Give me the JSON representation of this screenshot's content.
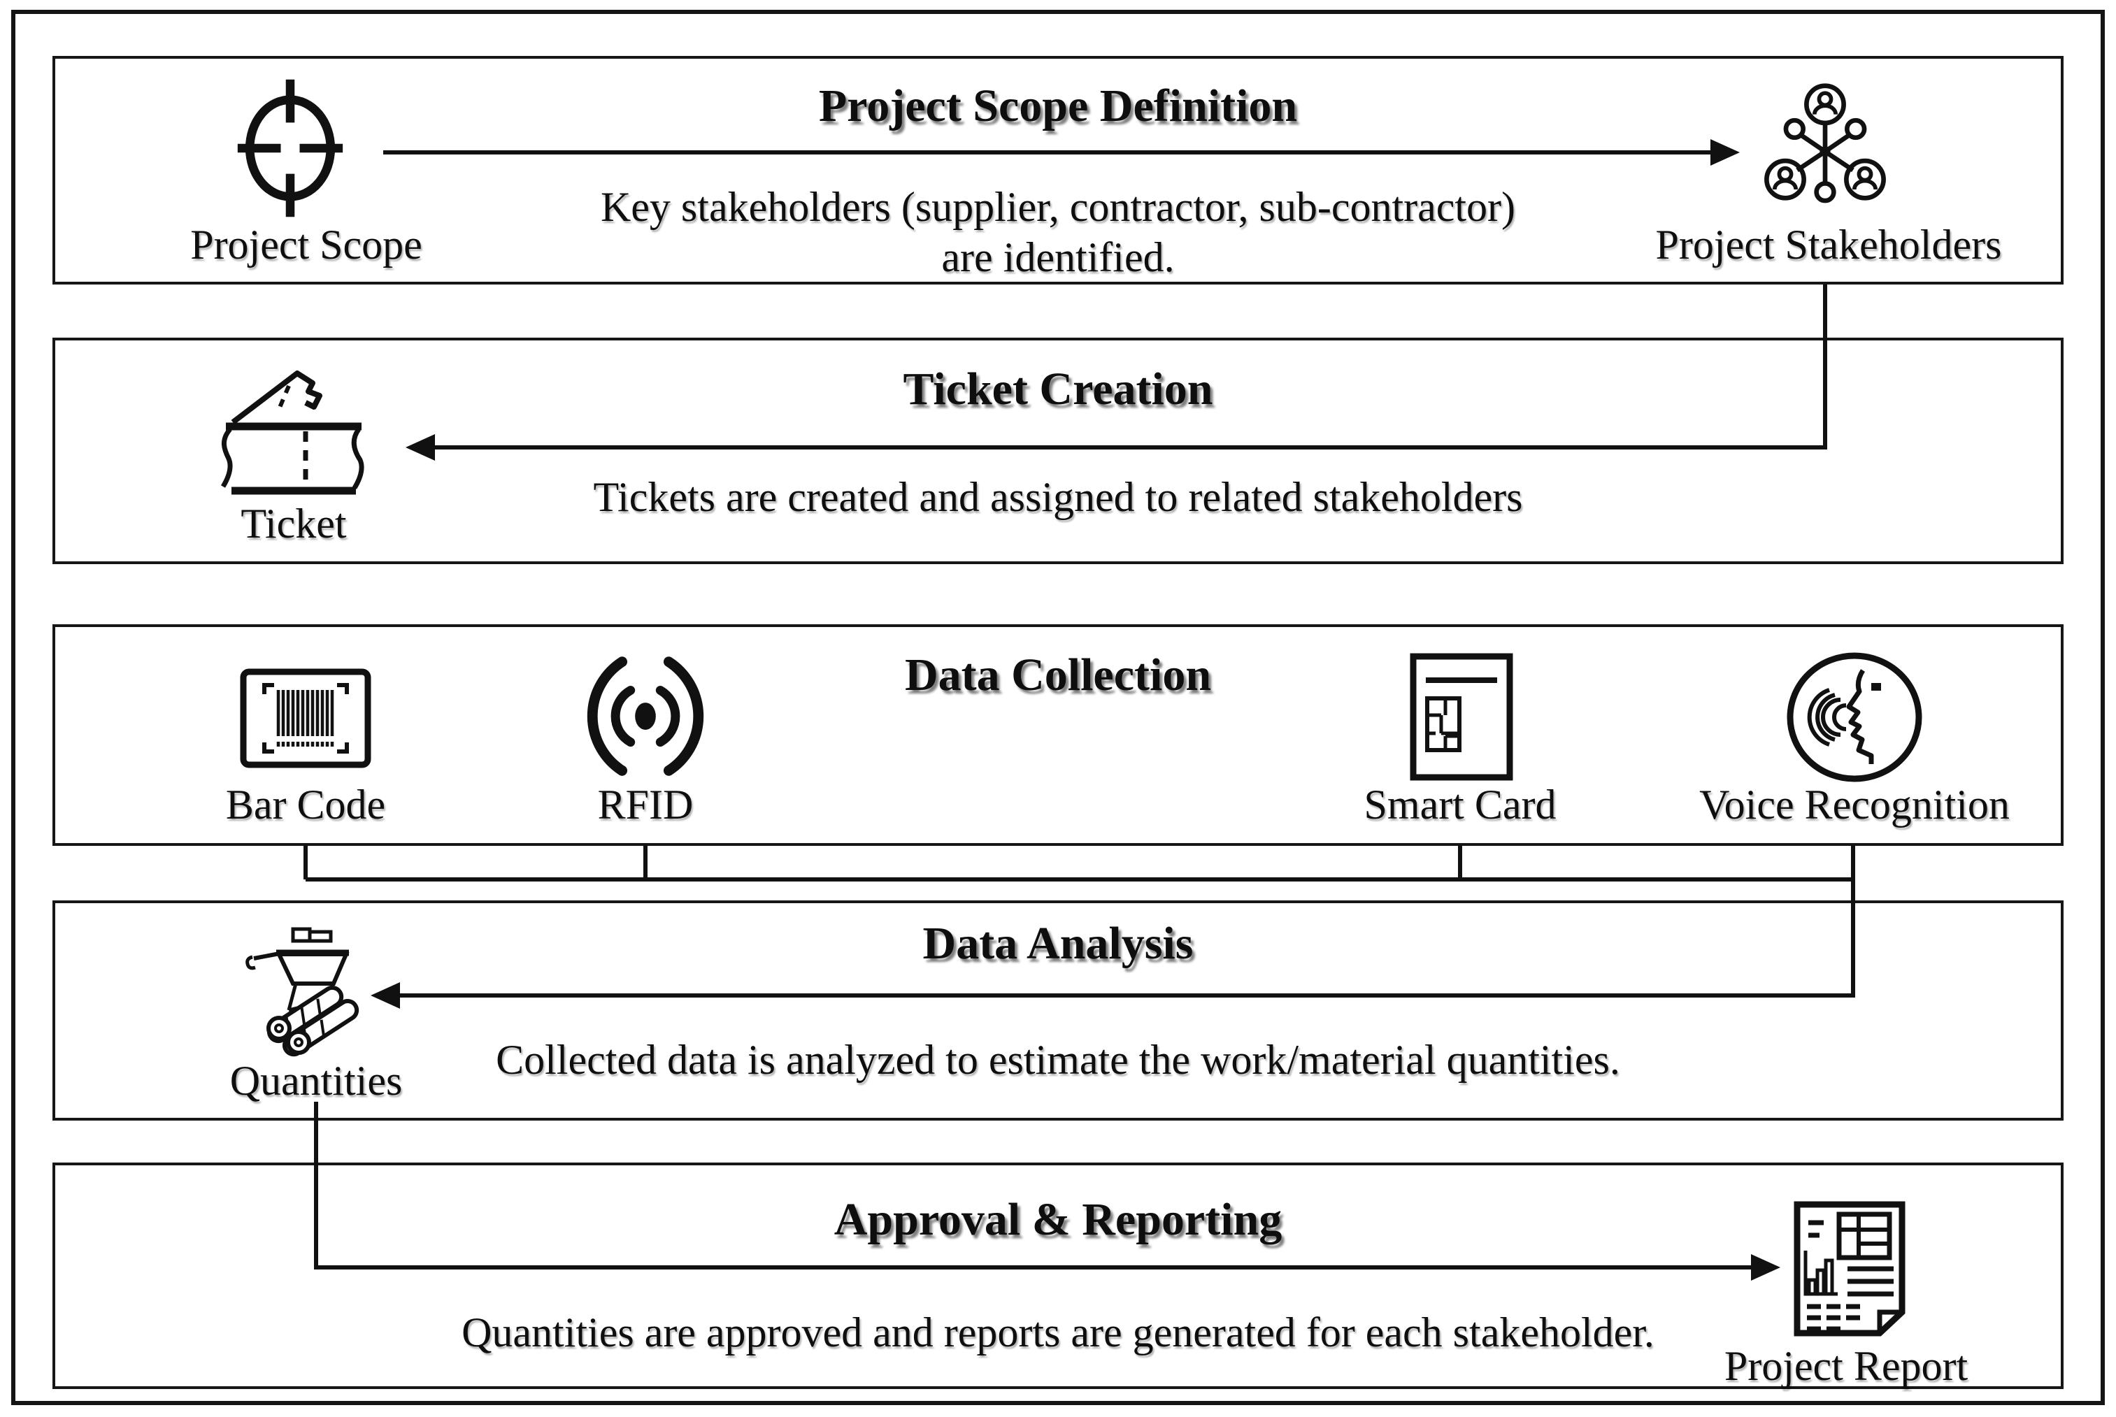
{
  "diagram": {
    "colors": {
      "ink": "#111111",
      "box_border": "#161616",
      "background": "#ffffff"
    },
    "stages": [
      {
        "title": "Project Scope Definition",
        "description_line1": "Key stakeholders (supplier, contractor, sub-contractor)",
        "description_line2": "are identified.",
        "items": [
          {
            "label": "Project Scope",
            "icon": "target-icon"
          },
          {
            "label": "Project Stakeholders",
            "icon": "stakeholder-network-icon"
          }
        ]
      },
      {
        "title": "Ticket Creation",
        "description": "Tickets are created and assigned to related stakeholders",
        "items": [
          {
            "label": "Ticket",
            "icon": "ticket-icon"
          }
        ]
      },
      {
        "title": "Data Collection",
        "items": [
          {
            "label": "Bar Code",
            "icon": "barcode-icon"
          },
          {
            "label": "RFID",
            "icon": "rfid-icon"
          },
          {
            "label": "Smart Card",
            "icon": "smart-card-icon"
          },
          {
            "label": "Voice Recognition",
            "icon": "voice-recognition-icon"
          }
        ]
      },
      {
        "title": "Data Analysis",
        "description": "Collected data is analyzed to estimate the work/material quantities.",
        "items": [
          {
            "label": "Quantities",
            "icon": "wheelbarrow-icon"
          }
        ]
      },
      {
        "title": "Approval & Reporting",
        "description": "Quantities are approved and reports are generated for each stakeholder.",
        "items": [
          {
            "label": "Project Report",
            "icon": "report-document-icon"
          }
        ]
      }
    ],
    "connectors": [
      {
        "from": "Project Scope",
        "to": "Project Stakeholders"
      },
      {
        "from": "Project Stakeholders",
        "to": "Ticket"
      },
      {
        "from": "Bar Code, RFID, Smart Card, Voice Recognition",
        "to": "Quantities"
      },
      {
        "from": "Quantities",
        "to": "Project Report"
      }
    ]
  }
}
